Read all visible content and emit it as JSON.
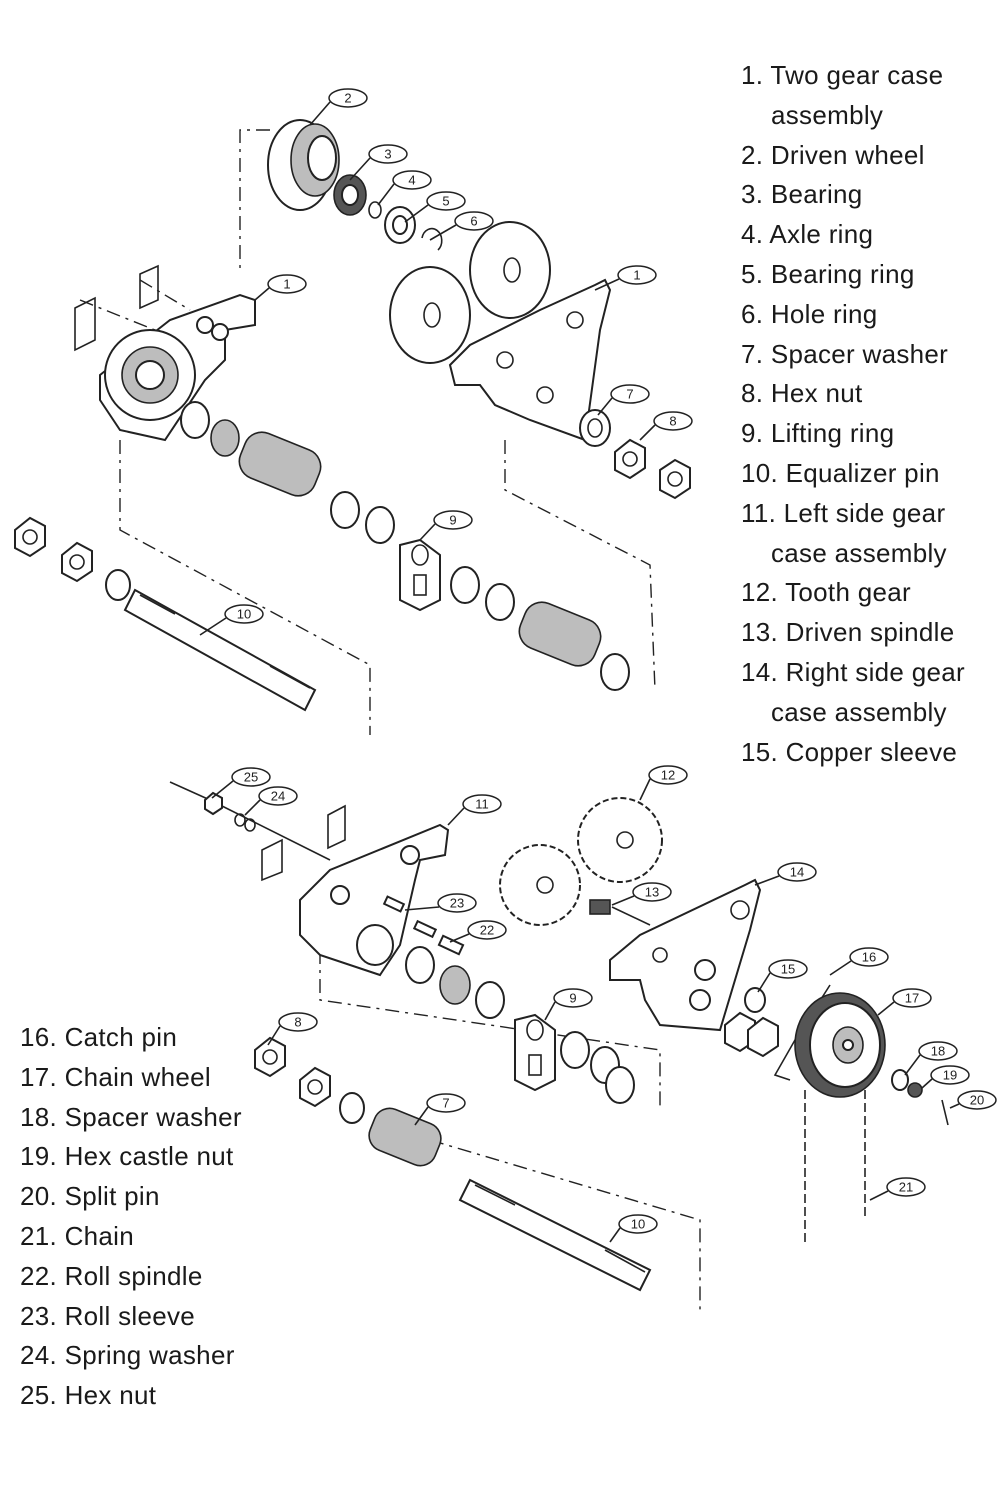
{
  "legend_top": [
    {
      "num": "1.",
      "text": "Two gear case",
      "cont": "assembly"
    },
    {
      "num": "2.",
      "text": "Driven wheel"
    },
    {
      "num": "3.",
      "text": "Bearing"
    },
    {
      "num": "4.",
      "text": "Axle ring"
    },
    {
      "num": "5.",
      "text": "Bearing ring"
    },
    {
      "num": "6.",
      "text": "Hole ring"
    },
    {
      "num": "7.",
      "text": "Spacer washer"
    },
    {
      "num": "8.",
      "text": "Hex nut"
    },
    {
      "num": "9.",
      "text": "Lifting ring"
    },
    {
      "num": "10.",
      "text": "Equalizer pin"
    },
    {
      "num": "11.",
      "text": "Left side gear",
      "cont": "case assembly"
    },
    {
      "num": "12.",
      "text": "Tooth gear"
    },
    {
      "num": "13.",
      "text": "Driven spindle"
    },
    {
      "num": "14.",
      "text": "Right side gear",
      "cont": "case assembly"
    },
    {
      "num": "15.",
      "text": "Copper sleeve"
    }
  ],
  "legend_bottom": [
    {
      "num": "16.",
      "text": "Catch pin"
    },
    {
      "num": "17.",
      "text": "Chain wheel"
    },
    {
      "num": "18.",
      "text": "Spacer washer"
    },
    {
      "num": "19.",
      "text": "Hex castle nut"
    },
    {
      "num": "20.",
      "text": "Split pin"
    },
    {
      "num": "21.",
      "text": "Chain"
    },
    {
      "num": "22.",
      "text": "Roll spindle"
    },
    {
      "num": "23.",
      "text": "Roll sleeve"
    },
    {
      "num": "24.",
      "text": "Spring washer"
    },
    {
      "num": "25.",
      "text": "Hex nut"
    }
  ],
  "callouts_top": [
    "2",
    "3",
    "4",
    "5",
    "6",
    "1",
    "1",
    "7",
    "8",
    "9",
    "10"
  ],
  "callouts_bottom": [
    "25",
    "24",
    "11",
    "12",
    "13",
    "14",
    "23",
    "22",
    "15",
    "16",
    "17",
    "9",
    "8",
    "18",
    "19",
    "20",
    "7",
    "21",
    "10"
  ]
}
